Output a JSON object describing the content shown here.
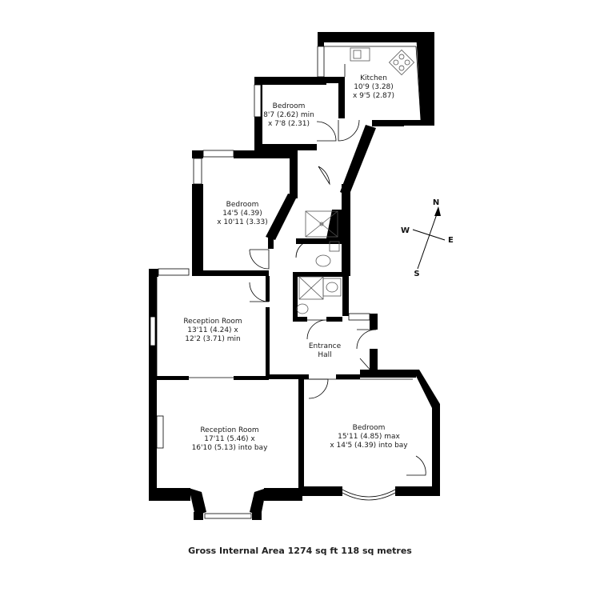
{
  "rooms": {
    "kitchen": {
      "name": "Kitchen",
      "dim1": "10'9 (3.28)",
      "dim2": "x 9'5 (2.87)"
    },
    "bedroom1": {
      "name": "Bedroom",
      "dim1": "8'7 (2.62) min",
      "dim2": "x 7'8 (2.31)"
    },
    "bedroom2": {
      "name": "Bedroom",
      "dim1": "14'5 (4.39)",
      "dim2": "x 10'11 (3.33)"
    },
    "reception1": {
      "name": "Reception Room",
      "dim1": "13'11 (4.24) x",
      "dim2": "12'2 (3.71) min"
    },
    "hall": {
      "name": "Entrance",
      "name2": "Hall"
    },
    "reception2": {
      "name": "Reception Room",
      "dim1": "17'11 (5.46) x",
      "dim2": "16'10 (5.13) into bay"
    },
    "bedroom3": {
      "name": "Bedroom",
      "dim1": "15'11 (4.85) max",
      "dim2": "x 14'5 (4.39) into bay"
    }
  },
  "compass": {
    "n": "N",
    "e": "E",
    "s": "S",
    "w": "W"
  },
  "area": "Gross Internal Area 1274 sq ft 118 sq metres",
  "colors": {
    "wall": "#000000",
    "window": "#ffffff",
    "fixture": "#555555"
  }
}
